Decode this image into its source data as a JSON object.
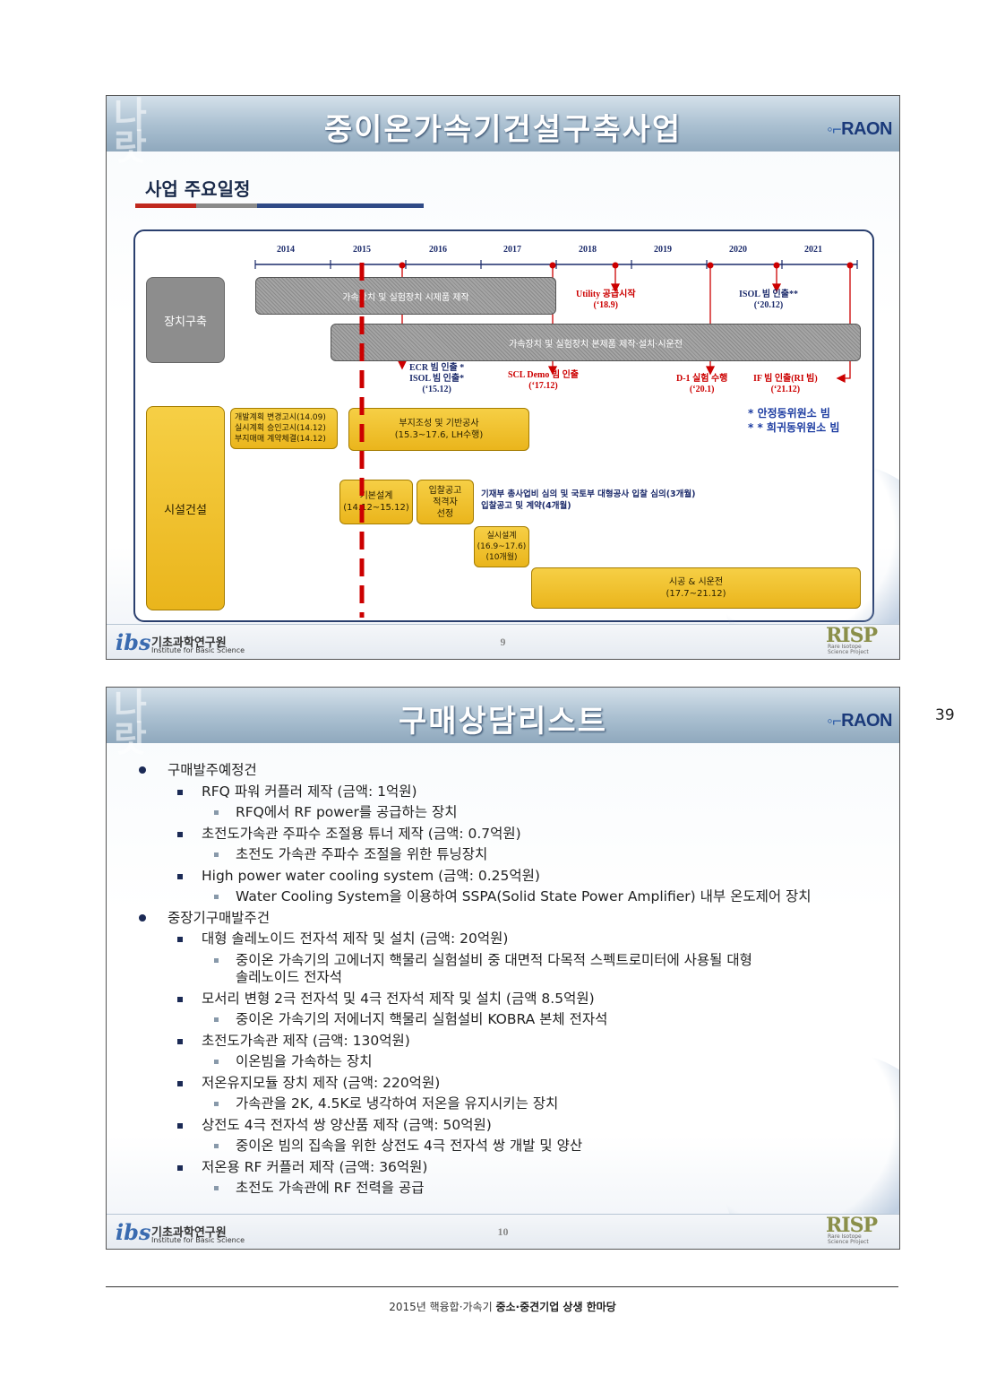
{
  "slide1": {
    "title": "중이온가속기건설구축사업",
    "logo": "RAON",
    "subheading": "사업 주요일정",
    "years": [
      "2014",
      "2015",
      "2016",
      "2017",
      "2018",
      "2019",
      "2020",
      "2021"
    ],
    "row_labels": {
      "device": "장치구축",
      "facility": "시설건설"
    },
    "bars": {
      "prototype": "가속장치 및 실험장치 시제품 제작",
      "main_build": "가속장치 및 실험장치 본제품 제작·설치·시운전",
      "site_work_1": "부지조성 및 기반공사",
      "site_work_2": "(15.3~17.6, LH수행)",
      "plan_1": "개발계획 변경고시(14.09)",
      "plan_2": "실시계획 승인고시(14.12)",
      "plan_3": "부지매매 계약체결(14.12)",
      "basic_design_1": "기본설계",
      "basic_design_2": "(14.12~15.12)",
      "tender_1": "입찰공고",
      "tender_2": "적격자",
      "tender_3": "선정",
      "review_1": "기재부 총사업비 심의 및 국토부 대형공사 입찰 심의(3개월)",
      "review_2": "입찰공고 및 계약(4개월)",
      "detail_design_1": "실시설계",
      "detail_design_2": "(16.9~17.6)",
      "detail_design_3": "(10개월)",
      "construction_1": "시공 & 시운전",
      "construction_2": "(17.7~21.12)"
    },
    "milestones": {
      "utility_1": "Utility 공급시작",
      "utility_2": "(‘18.9)",
      "isol_2020_1": "ISOL 빔 인출**",
      "isol_2020_2": "(‘20.12)",
      "ecr_1": "ECR 빔 인출 *",
      "ecr_2": "ISOL 빔 인출*",
      "ecr_3": "(‘15.12)",
      "scl_1": "SCL Demo 빔 인출",
      "scl_2": "(‘17.12)",
      "d1_1": "D-1 실험 수행",
      "d1_2": "(‘20.1)",
      "if_1": "IF 빔 인출(RI 빔)",
      "if_2": "(‘21.12)"
    },
    "legend": {
      "stable": "* 안정동위원소 빔",
      "rare": "* * 희귀동위원소 빔"
    },
    "footer": {
      "org_kor": "기초과학연구원",
      "org_eng": "Institute for Basic Science",
      "page": "9",
      "risp_big": "RISP",
      "risp_small_1": "Rare Isotope",
      "risp_small_2": "Science Project",
      "ibs": "ibs"
    },
    "colors": {
      "red": "#cc0000",
      "navy": "#1c2b6b",
      "yellow": "#eab51c",
      "gray": "#8d8d8d"
    }
  },
  "slide2": {
    "title": "구매상담리스트",
    "logo": "RAON",
    "items": [
      {
        "level": 1,
        "text": "구매발주예정건"
      },
      {
        "level": 2,
        "text": "RFQ 파워 커플러 제작 (금액: 1억원)"
      },
      {
        "level": 3,
        "text": "RFQ에서 RF power를 공급하는 장치"
      },
      {
        "level": 2,
        "text": "초전도가속관 주파수 조절용 튜너 제작 (금액: 0.7억원)"
      },
      {
        "level": 3,
        "text": "초전도 가속관 주파수 조절을 위한 튜닝장치"
      },
      {
        "level": 2,
        "text": "High power water cooling system (금액: 0.25억원)"
      },
      {
        "level": 3,
        "text": "Water Cooling System을 이용하여 SSPA(Solid State Power Amplifier) 내부 온도제어 장치"
      },
      {
        "level": 1,
        "text": "중장기구매발주건"
      },
      {
        "level": 2,
        "text": "대형 솔레노이드 전자석 제작 및 설치 (금액: 20억원)"
      },
      {
        "level": 3,
        "text": "중이온 가속기의 고에너지 핵물리 실험설비 중 대면적 다목적 스펙트로미터에 사용될 대형"
      },
      {
        "level": 4,
        "text": "솔레노이드 전자석"
      },
      {
        "level": 2,
        "text": "모서리 변형 2극 전자석 및 4극 전자석 제작 및 설치 (금액 8.5억원)"
      },
      {
        "level": 3,
        "text": "중이온 가속기의 저에너지 핵물리 실험설비 KOBRA 본체 전자석"
      },
      {
        "level": 2,
        "text": "초전도가속관 제작 (금액: 130억원)"
      },
      {
        "level": 3,
        "text": "이온빔을 가속하는 장치"
      },
      {
        "level": 2,
        "text": "저온유지모듈 장치 제작 (금액: 220억원)"
      },
      {
        "level": 3,
        "text": "가속관을 2K, 4.5K로 냉각하여 저온을 유지시키는 장치"
      },
      {
        "level": 2,
        "text": "상전도 4극 전자석 쌍 양산품 제작 (금액: 50억원)"
      },
      {
        "level": 3,
        "text": "중이온 빔의 집속을 위한 상전도 4극 전자석 쌍 개발 및 양산"
      },
      {
        "level": 2,
        "text": "저온용 RF 커플러 제작 (금액: 36억원)"
      },
      {
        "level": 3,
        "text": "초전도 가속관에 RF 전력을 공급"
      }
    ],
    "footer": {
      "org_kor": "기초과학연구원",
      "org_eng": "Institute for Basic Science",
      "page": "10",
      "risp_big": "RISP",
      "risp_small_1": "Rare Isotope",
      "risp_small_2": "Science Project",
      "ibs": "ibs"
    }
  },
  "page": {
    "side_number": "39",
    "footer_prefix": "2015년 핵융합·가속기 ",
    "footer_bold": "중소·중견기업 상생 한마당"
  }
}
